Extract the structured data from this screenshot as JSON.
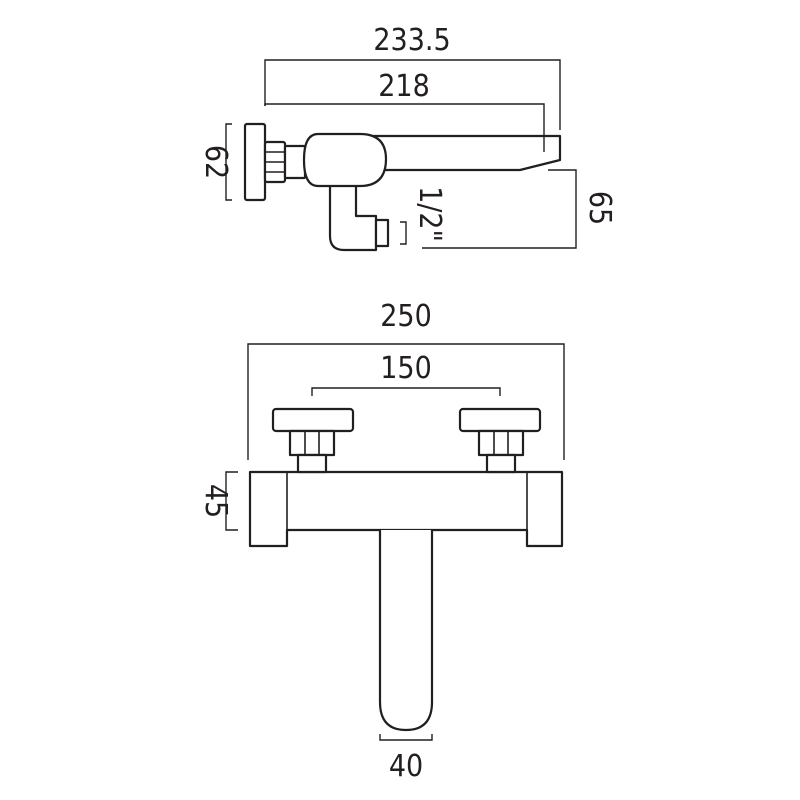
{
  "side_view": {
    "dim_overall_depth": "233.5",
    "dim_spout_reach": "218",
    "dim_flange_height": "62",
    "dim_outlet_height": "65",
    "dim_inlet_thread": "1/2\""
  },
  "front_view": {
    "dim_overall_width": "250",
    "dim_inlet_centres": "150",
    "dim_body_height": "45",
    "dim_spout_width": "40"
  }
}
